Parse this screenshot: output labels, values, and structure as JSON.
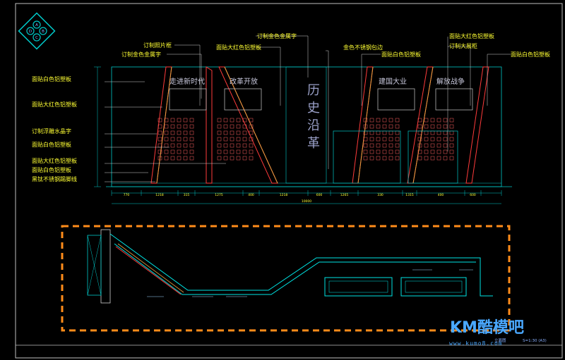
{
  "drawing": {
    "logo_letters": [
      "A",
      "B",
      "C",
      "D"
    ],
    "labels_left": [
      "面贴白色铝塑板",
      "面贴大红色铝塑板",
      "订制浮雕水晶字",
      "面贴白色铝塑板",
      "面贴大红色铝塑板",
      "面贴白色铝塑板",
      "黑钛不锈钢踢脚线"
    ],
    "labels_top": [
      "订制金色金属字",
      "订制照片框",
      "订制金色金属字",
      "面贴大红色铝塑板",
      "金色不锈钢包边",
      "面贴白色铝塑板",
      "面贴大红色铝塑板",
      "订制大展柜",
      "面贴白色铝塑板"
    ],
    "section_titles": [
      "走进新时代",
      "改革开放",
      "建国大业",
      "解放战争"
    ],
    "center_title": [
      "历",
      "史",
      "沿",
      "革"
    ],
    "dimensions": [
      "770",
      "1218",
      "315",
      "1275",
      "400",
      "1218",
      "600",
      "1265",
      "330",
      "1315",
      "400",
      "600"
    ],
    "total_dimension": "10000",
    "caption": "立面图",
    "scale": "S=1:30 (A3)",
    "colors": {
      "frame": "#c8c8c8",
      "wall": "#00c8c8",
      "red_panel": "#ff3b3b",
      "gold_edge": "#e8a040",
      "label": "#ffff33",
      "plan_border": "#ff8c1a",
      "plan_line": "#00e5e5"
    }
  },
  "watermark": {
    "logo_text": "KM酷模吧",
    "url": "www.kumo8.com"
  }
}
